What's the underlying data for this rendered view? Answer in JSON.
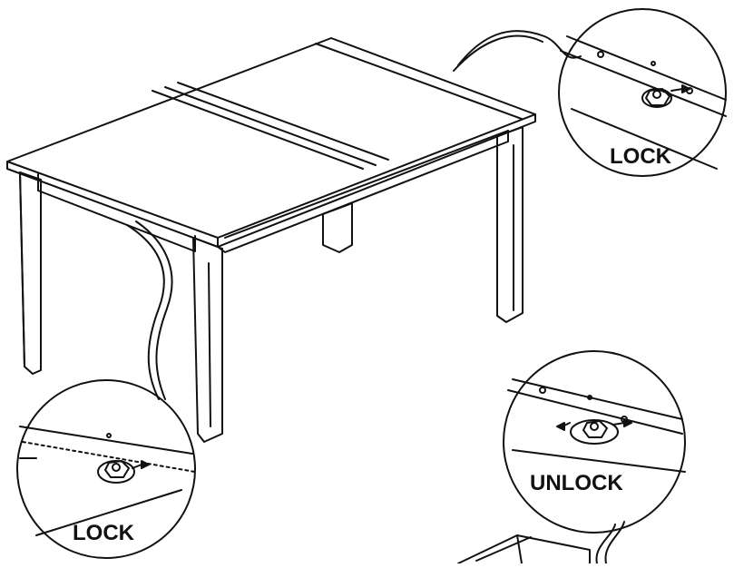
{
  "diagram": {
    "labels": {
      "lock_top_right": "LOCK",
      "unlock_right": "UNLOCK",
      "lock_bottom_left": "LOCK"
    },
    "colors": {
      "line": "#111111",
      "background": "#ffffff"
    },
    "icons": [
      "table",
      "lock-nut-detail",
      "rotation-arrow"
    ]
  }
}
